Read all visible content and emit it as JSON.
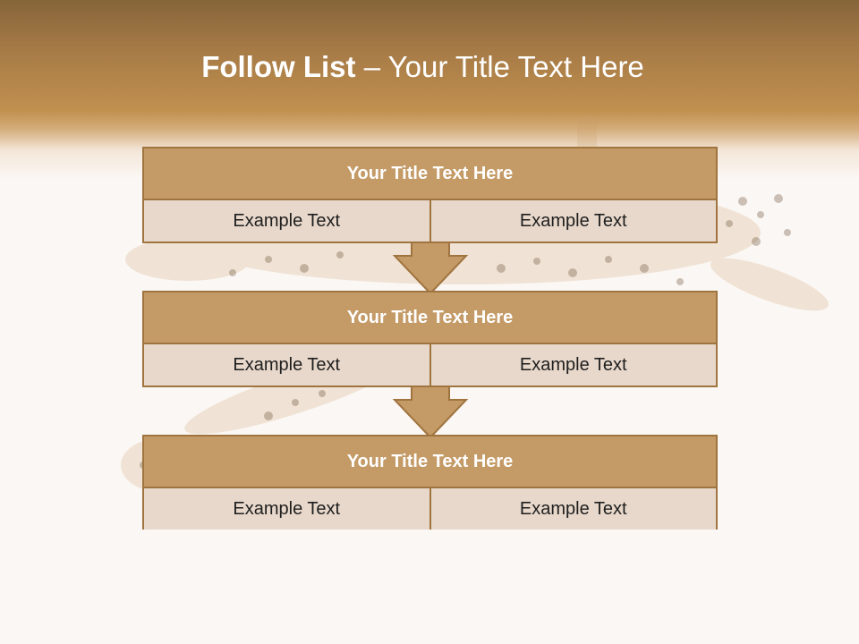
{
  "slide": {
    "title_bold": "Follow List",
    "title_rest": " – Your Title Text Here"
  },
  "blocks": [
    {
      "title": "Your Title Text Here",
      "left": "Example Text",
      "right": "Example Text"
    },
    {
      "title": "Your Title Text Here",
      "left": "Example Text",
      "right": "Example Text"
    },
    {
      "title": "Your Title Text Here",
      "left": "Example Text",
      "right": "Example Text"
    }
  ],
  "colors": {
    "banner": "#c0904f",
    "block_header": "#c49a66",
    "block_cell": "#e8d8cb",
    "border": "#a0743f",
    "background": "#fbf7f4"
  }
}
